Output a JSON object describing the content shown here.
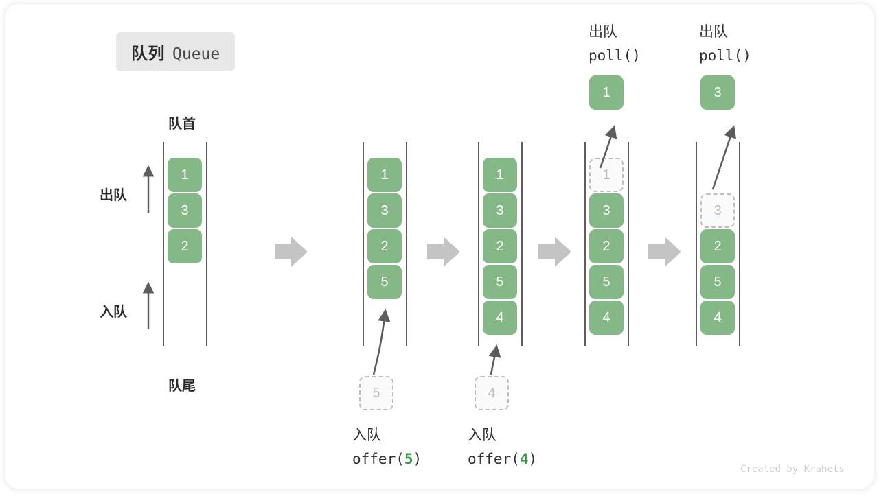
{
  "figure": {
    "title_cn": "队列",
    "title_en": "Queue",
    "credit": "Created by Krahets",
    "head_label": "队首",
    "tail_label": "队尾",
    "dequeue_label": "出队",
    "enqueue_label": "入队",
    "colors": {
      "cell_fill": "#85b887",
      "cell_text": "#ffffff",
      "ghost_fill": "#fafafa",
      "ghost_border": "#bfbfbf",
      "ghost_text": "#bdbdbd",
      "rail": "#5d5d5d",
      "flow_arrow": "#c4c4c4",
      "ink_arrow": "#5d5d5d",
      "chip_bg": "#e7e7e7",
      "code_arg": "#3a9a4a",
      "credit": "#cfcfcf"
    }
  },
  "legend": {
    "dequeue_direction_label": "出队",
    "enqueue_direction_label": "入队"
  },
  "columns": [
    {
      "id": "initial",
      "caption_cn": "",
      "caption_code": "",
      "caption_arg": "",
      "cells": [
        {
          "value": "1",
          "state": "filled"
        },
        {
          "value": "3",
          "state": "filled"
        },
        {
          "value": "2",
          "state": "filled"
        }
      ],
      "popped": null,
      "incoming": null
    },
    {
      "id": "offer-5",
      "caption_cn": "入队",
      "caption_code_prefix": "offer(",
      "caption_arg": "5",
      "caption_code_suffix": ")",
      "cells": [
        {
          "value": "1",
          "state": "filled"
        },
        {
          "value": "3",
          "state": "filled"
        },
        {
          "value": "2",
          "state": "filled"
        },
        {
          "value": "5",
          "state": "filled"
        }
      ],
      "popped": null,
      "incoming": {
        "value": "5",
        "state": "ghost"
      }
    },
    {
      "id": "offer-4",
      "caption_cn": "入队",
      "caption_code_prefix": "offer(",
      "caption_arg": "4",
      "caption_code_suffix": ")",
      "cells": [
        {
          "value": "1",
          "state": "filled"
        },
        {
          "value": "3",
          "state": "filled"
        },
        {
          "value": "2",
          "state": "filled"
        },
        {
          "value": "5",
          "state": "filled"
        },
        {
          "value": "4",
          "state": "filled"
        }
      ],
      "popped": null,
      "incoming": {
        "value": "4",
        "state": "ghost"
      }
    },
    {
      "id": "poll-1",
      "caption_cn": "出队",
      "caption_code_prefix": "poll(",
      "caption_arg": "",
      "caption_code_suffix": ")",
      "cells": [
        {
          "value": "1",
          "state": "ghost"
        },
        {
          "value": "3",
          "state": "filled"
        },
        {
          "value": "2",
          "state": "filled"
        },
        {
          "value": "5",
          "state": "filled"
        },
        {
          "value": "4",
          "state": "filled"
        }
      ],
      "popped": {
        "value": "1",
        "state": "filled"
      },
      "incoming": null
    },
    {
      "id": "poll-3",
      "caption_cn": "出队",
      "caption_code_prefix": "poll(",
      "caption_arg": "",
      "caption_code_suffix": ")",
      "cells": [
        {
          "value": "",
          "state": "empty"
        },
        {
          "value": "3",
          "state": "ghost"
        },
        {
          "value": "2",
          "state": "filled"
        },
        {
          "value": "5",
          "state": "filled"
        },
        {
          "value": "4",
          "state": "filled"
        }
      ],
      "popped": {
        "value": "3",
        "state": "filled"
      },
      "incoming": null
    }
  ],
  "flow_arrows": [
    "flow-1",
    "flow-2",
    "flow-3",
    "flow-4"
  ]
}
